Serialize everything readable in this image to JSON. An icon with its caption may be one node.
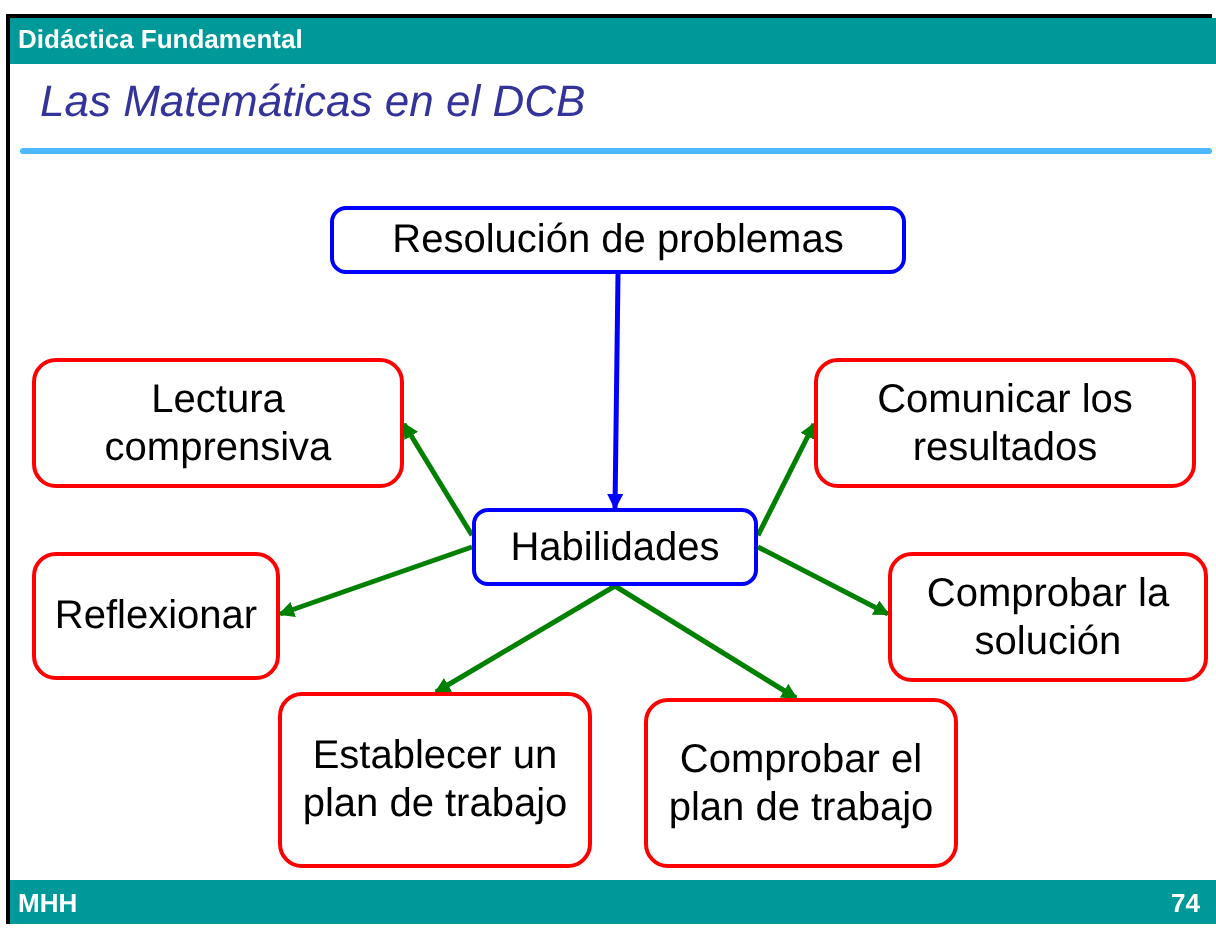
{
  "diagram": {
    "title": "Las Matemáticas en el DCB",
    "nodes": [
      {
        "text": [
          "Resolución de problemas"
        ]
      },
      {
        "text": [
          "Habilidades"
        ]
      },
      {
        "text": [
          "Lectura comprensiva"
        ]
      },
      {
        "text": [
          "Comunicar los resultados"
        ]
      },
      {
        "text": [
          "Reflexionar"
        ]
      },
      {
        "text": [
          "Comprobar la solución"
        ]
      },
      {
        "text": [
          "Establecer un plan de trabajo"
        ]
      },
      {
        "text": [
          "Comprobar el plan de trabajo"
        ]
      }
    ],
    "edges": [
      {
        "from": 0,
        "to": 1,
        "arrow": "to",
        "color": "#0000ff"
      },
      {
        "from": 1,
        "to": 2,
        "arrow": "to"
      },
      {
        "from": 1,
        "to": 3,
        "arrow": "to"
      },
      {
        "from": 1,
        "to": 4,
        "arrow": "to"
      },
      {
        "from": 1,
        "to": 5,
        "arrow": "to"
      },
      {
        "from": 1,
        "to": 6,
        "arrow": "to"
      },
      {
        "from": 1,
        "to": 7,
        "arrow": "to"
      }
    ],
    "labels": [
      "Didáctica Fundamental",
      "MHH",
      "74"
    ]
  }
}
